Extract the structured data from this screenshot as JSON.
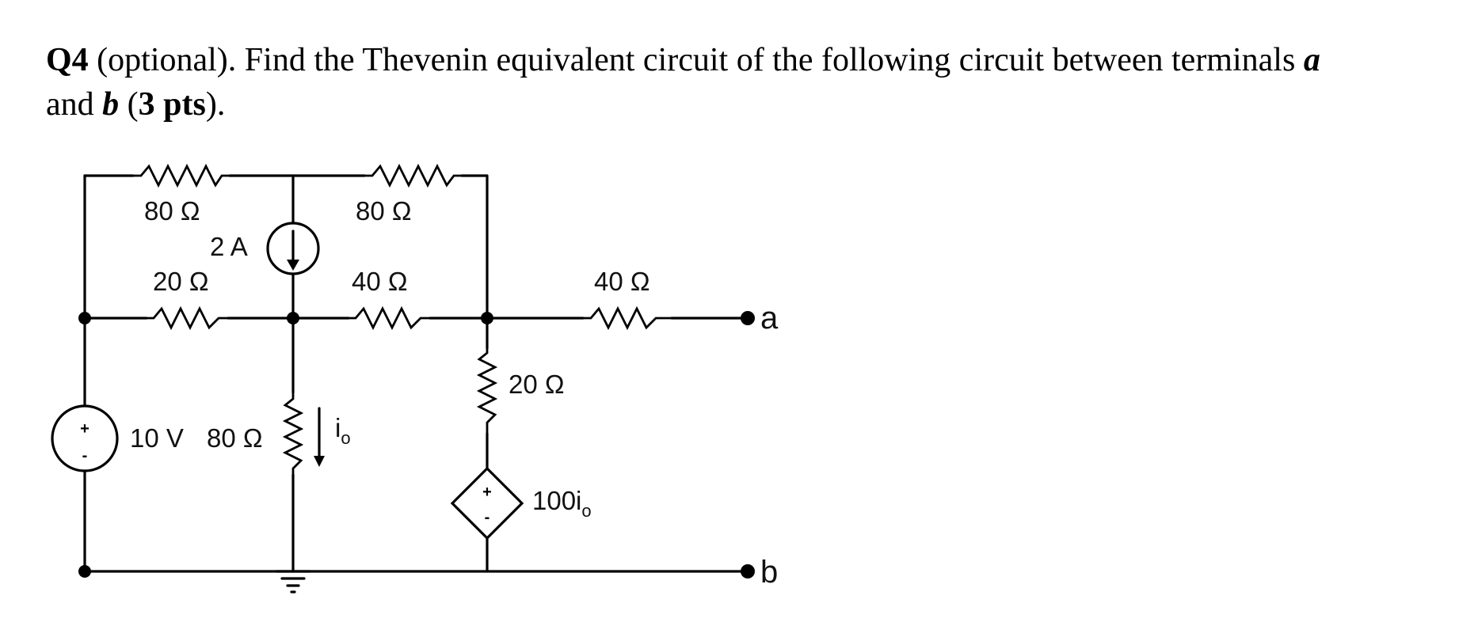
{
  "question": {
    "number": "Q4",
    "qualifier": "(optional). Find the Thevenin equivalent circuit of the following circuit between terminals",
    "terminal_a": "a",
    "connector": "and",
    "terminal_b": "b",
    "open_paren": "(",
    "points": "3 pts",
    "close_paren": ")."
  },
  "circuit": {
    "r_top_left": "80 Ω",
    "r_top_right": "80 Ω",
    "current_source": "2 A",
    "r_mid_left": "20 Ω",
    "r_mid_center": "40 Ω",
    "r_output": "40 Ω",
    "r_right_shunt": "20 Ω",
    "voltage_source": "10 V",
    "r_center_shunt": "80 Ω",
    "current_label_main": "i",
    "current_label_sub": "o",
    "dependent_source_main": "100i",
    "dependent_source_sub": "o",
    "terminal_a": "a",
    "terminal_b": "b",
    "plus_sign": "+",
    "minus_sign": "-"
  }
}
